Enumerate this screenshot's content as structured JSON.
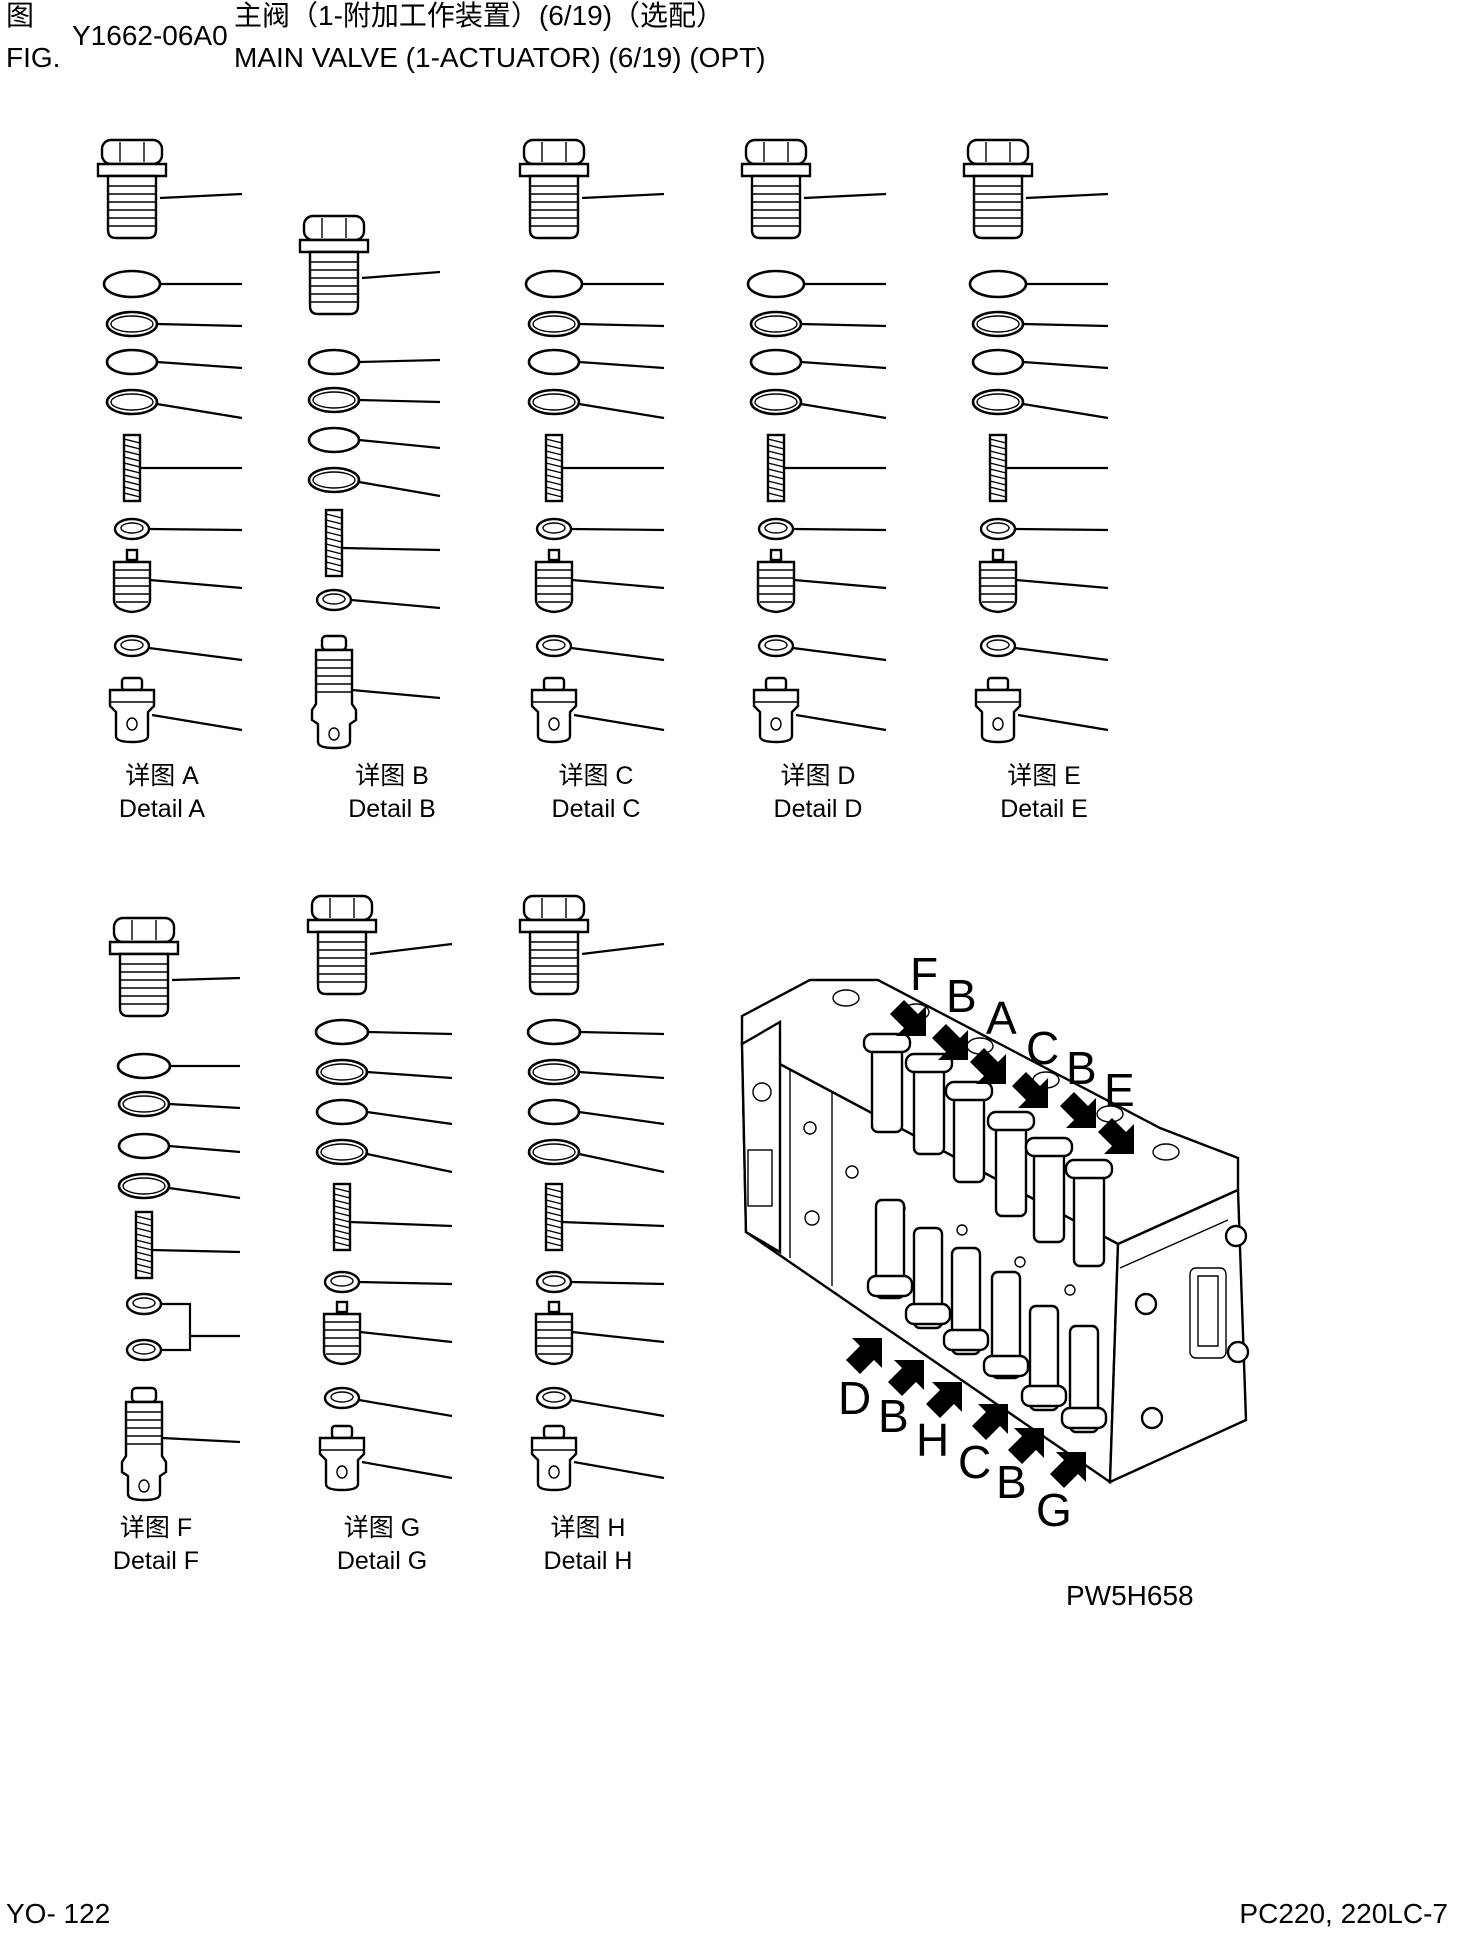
{
  "header": {
    "fig_cn": "图",
    "fig_en": "FIG.",
    "fig_no": "Y1662-06A0",
    "title_cn": "主阀（1-附加工作装置）(6/19)（选配）",
    "title_en": "MAIN VALVE (1-ACTUATOR) (6/19) (OPT)"
  },
  "details": [
    {
      "cn": "详图 A",
      "en": "Detail A"
    },
    {
      "cn": "详图 B",
      "en": "Detail B"
    },
    {
      "cn": "详图 C",
      "en": "Detail C"
    },
    {
      "cn": "详图 D",
      "en": "Detail D"
    },
    {
      "cn": "详图 E",
      "en": "Detail E"
    },
    {
      "cn": "详图 F",
      "en": "Detail F"
    },
    {
      "cn": "详图 G",
      "en": "Detail G"
    },
    {
      "cn": "详图 H",
      "en": "Detail H"
    }
  ],
  "assembly": {
    "top_letters": [
      "F",
      "B",
      "A",
      "C",
      "B",
      "E"
    ],
    "bottom_letters": [
      "D",
      "B",
      "H",
      "C",
      "B",
      "G"
    ],
    "code": "PW5H658"
  },
  "footer": {
    "page": "YO- 122",
    "model": "PC220, 220LC-7"
  }
}
